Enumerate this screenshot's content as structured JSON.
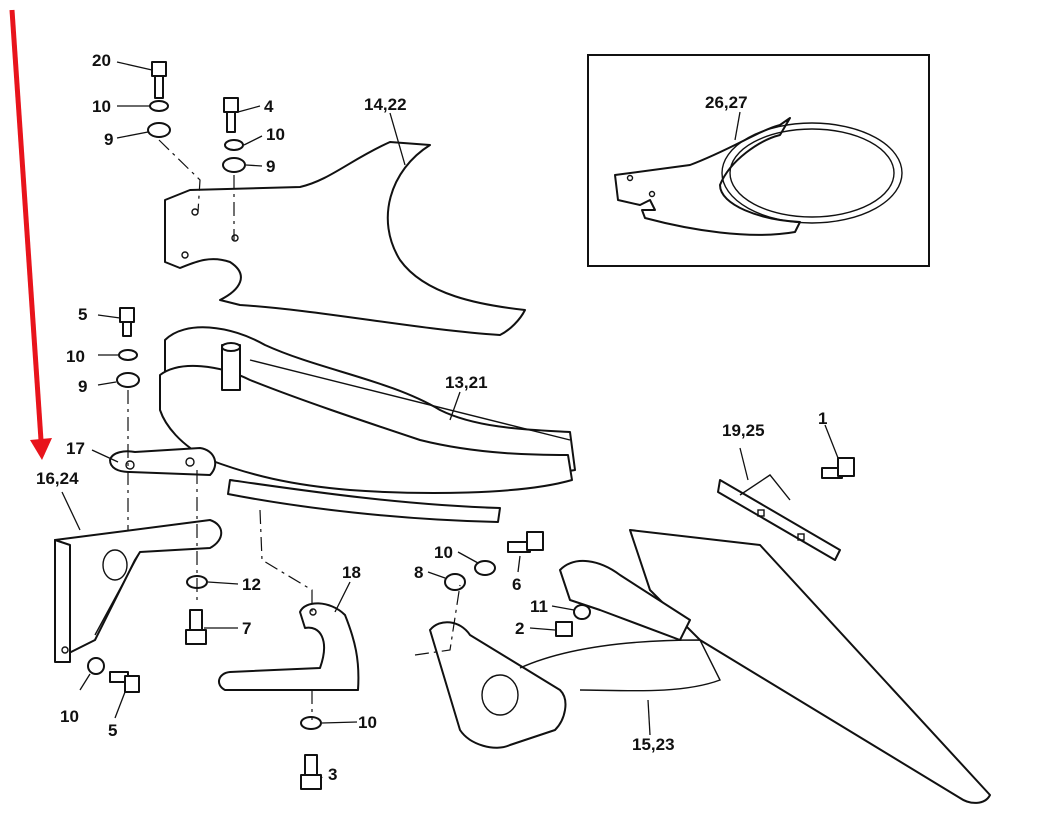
{
  "diagram": {
    "labels": {
      "p20": "20",
      "p10a": "10",
      "p9a": "9",
      "p4": "4",
      "p10b": "10",
      "p9b": "9",
      "p14_22": "14,22",
      "p26_27": "26,27",
      "p5a": "5",
      "p10c": "10",
      "p9c": "9",
      "p13_21": "13,21",
      "p17": "17",
      "p16_24": "16,24",
      "p12": "12",
      "p7": "7",
      "p18": "18",
      "p10d": "10",
      "p5b": "5",
      "p10e": "10",
      "p3": "3",
      "p19_25": "19,25",
      "p1": "1",
      "p10f": "10",
      "p8": "8",
      "p6": "6",
      "p11": "11",
      "p2": "2",
      "p15_23": "15,23"
    },
    "arrow_color": "#e8141c",
    "line_color": "#111111",
    "icons": [
      "red-arrow-icon"
    ]
  }
}
